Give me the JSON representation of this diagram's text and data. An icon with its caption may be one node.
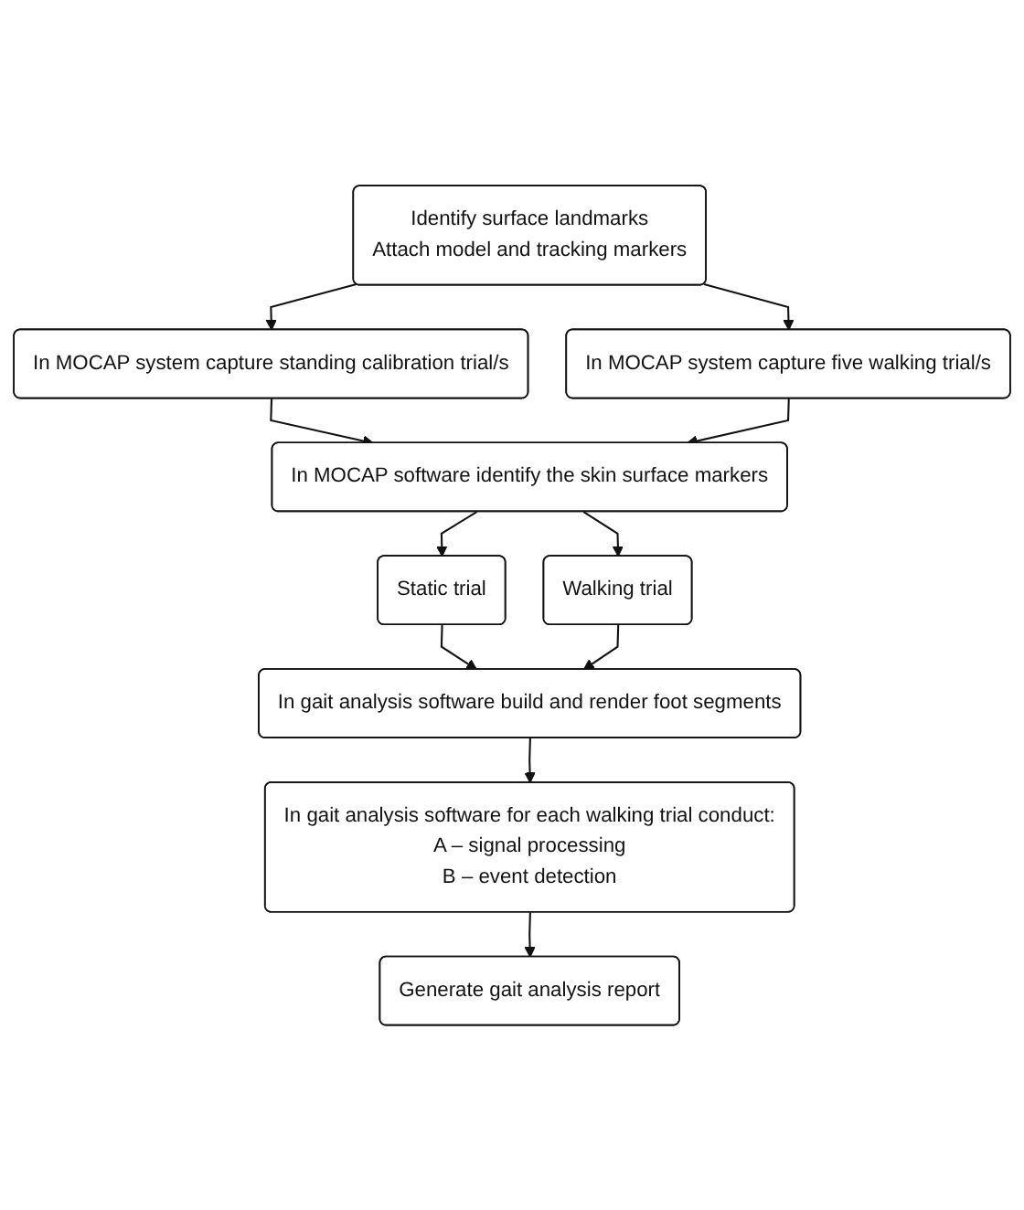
{
  "diagram": {
    "nodes": [
      {
        "text": [
          "Identify surface landmarks",
          "Attach model and tracking markers"
        ]
      },
      {
        "text": [
          "In MOCAP system capture standing calibration trial/s"
        ]
      },
      {
        "text": [
          "In MOCAP system capture five walking trial/s"
        ]
      },
      {
        "text": [
          "In MOCAP software identify the skin surface markers"
        ]
      },
      {
        "text": [
          "Static trial"
        ]
      },
      {
        "text": [
          "Walking trial"
        ]
      },
      {
        "text": [
          "In gait analysis software build and render foot segments"
        ]
      },
      {
        "text": [
          "In gait analysis software for each walking trial conduct:",
          "A – signal processing",
          "B – event detection"
        ]
      },
      {
        "text": [
          "Generate gait analysis report"
        ]
      }
    ],
    "edges": [
      {
        "from": 0,
        "to": 1,
        "arrow": "to"
      },
      {
        "from": 0,
        "to": 2,
        "arrow": "to"
      },
      {
        "from": 1,
        "to": 3,
        "arrow": "to"
      },
      {
        "from": 2,
        "to": 3,
        "arrow": "to"
      },
      {
        "from": 3,
        "to": 4,
        "arrow": "to"
      },
      {
        "from": 3,
        "to": 5,
        "arrow": "to"
      },
      {
        "from": 4,
        "to": 6,
        "arrow": "to"
      },
      {
        "from": 5,
        "to": 6,
        "arrow": "to"
      },
      {
        "from": 6,
        "to": 7,
        "arrow": "to"
      },
      {
        "from": 7,
        "to": 8,
        "arrow": "to"
      }
    ]
  }
}
